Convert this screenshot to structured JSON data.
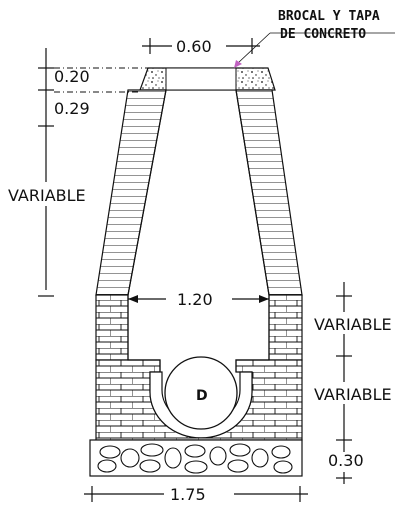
{
  "labels": {
    "note_line1": "BROCAL Y TAPA",
    "note_line2": "DE CONCRETO",
    "dim_top_width": "0.60",
    "dim_cover": "0.20",
    "dim_collar": "0.29",
    "dim_cone_height": "VARIABLE",
    "dim_inner_width": "1.20",
    "dim_chamber_height": "VARIABLE",
    "dim_base_height": "VARIABLE",
    "dim_foundation": "0.30",
    "dim_base_width": "1.75",
    "pipe_label": "D"
  },
  "colors": {
    "line": "#111111",
    "leader_arrow": "#c060c0",
    "background": "#ffffff"
  }
}
